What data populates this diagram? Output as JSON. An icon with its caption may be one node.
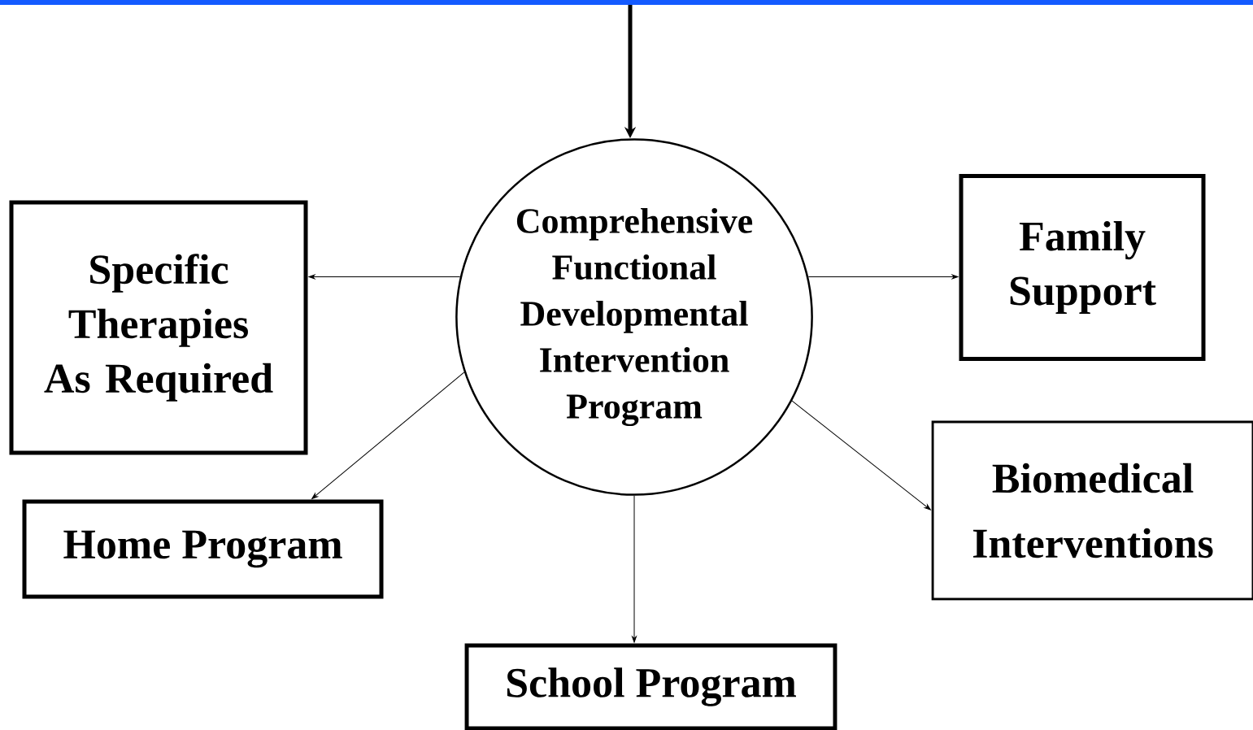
{
  "diagram": {
    "nodes": [
      {
        "text": [
          "Comprehensive Functional Developmental Intervention Program"
        ]
      },
      {
        "text": [
          "Specific Therapies As Required"
        ]
      },
      {
        "text": [
          "Family Support"
        ]
      },
      {
        "text": [
          "Home Program"
        ]
      },
      {
        "text": [
          "Biomedical Interventions"
        ]
      },
      {
        "text": [
          "School Program"
        ]
      }
    ],
    "edges": [
      {
        "from": null,
        "to": 0,
        "arrow": "to",
        "style": "thick"
      },
      {
        "from": 0,
        "to": 1,
        "arrow": "to"
      },
      {
        "from": 0,
        "to": 2,
        "arrow": "to"
      },
      {
        "from": 0,
        "to": 3,
        "arrow": "to"
      },
      {
        "from": 0,
        "to": 4,
        "arrow": "to"
      },
      {
        "from": 0,
        "to": 5,
        "arrow": "to"
      }
    ]
  }
}
